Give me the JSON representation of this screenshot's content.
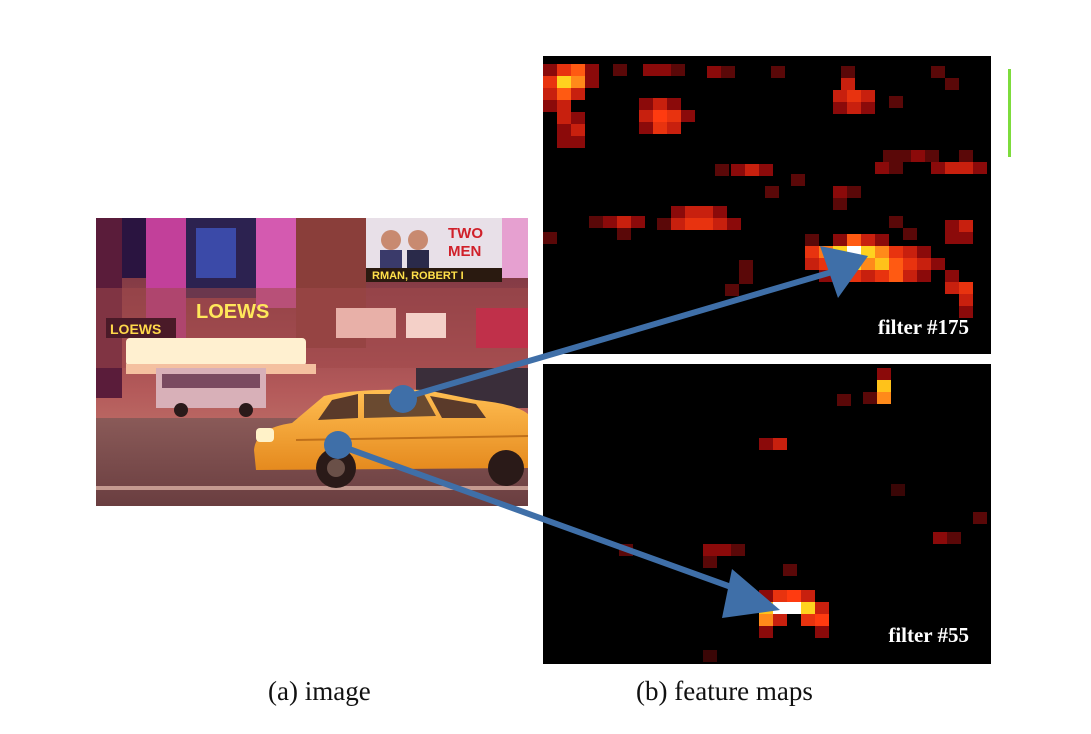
{
  "figure": {
    "photo": {
      "signs": {
        "loews_main": "LOEWS",
        "loews_side": "LOEWS",
        "billboard_top": "TWO",
        "billboard_mid": "MEN",
        "billboard_bottom": "RMAN, ROBERT I"
      }
    },
    "feature_maps": [
      {
        "label": "filter #175"
      },
      {
        "label": "filter #55"
      }
    ],
    "captions": {
      "image": "(a) image",
      "feature_maps": "(b) feature maps"
    },
    "colors": {
      "arrow": "#3f6fa8",
      "taxi": "#f0a032",
      "map_background": "#000000",
      "activation_low": "#8b0a0a",
      "activation_mid": "#e8330f",
      "activation_high": "#ffd21f",
      "activation_peak": "#ffffff",
      "side_mark": "#7ddc3c"
    }
  }
}
